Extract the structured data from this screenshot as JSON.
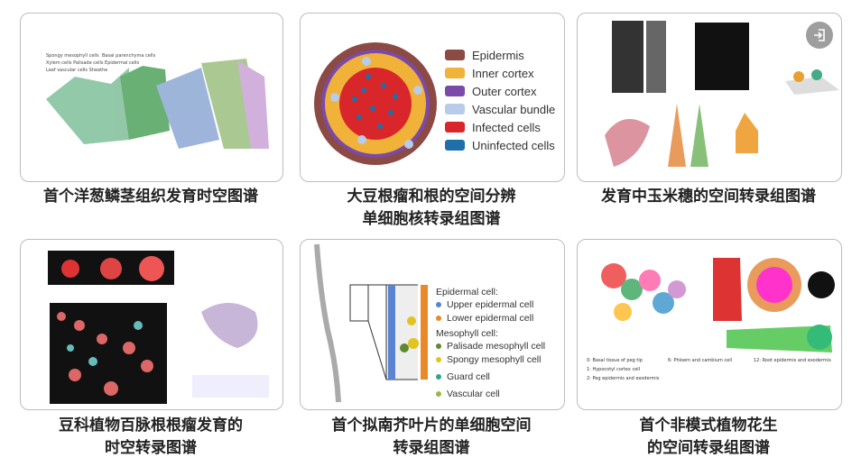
{
  "panels": [
    {
      "caption_lines": [
        "首个洋葱鳞茎组织发育时空图谱"
      ]
    },
    {
      "caption_lines": [
        "大豆根瘤和根的空间分辨",
        "单细胞核转录组图谱"
      ],
      "legend": [
        {
          "label": "Epidermis",
          "color": "#8b4a43"
        },
        {
          "label": "Inner cortex",
          "color": "#f1b23a"
        },
        {
          "label": "Outer cortex",
          "color": "#7b4aa8"
        },
        {
          "label": "Vascular bundle",
          "color": "#b8cbe8"
        },
        {
          "label": "Infected cells",
          "color": "#d8262b"
        },
        {
          "label": "Uninfected cells",
          "color": "#1f6fa8"
        }
      ]
    },
    {
      "caption_lines": [
        "发育中玉米穗的空间转录组图谱"
      ]
    },
    {
      "caption_lines": [
        "豆科植物百脉根根瘤发育的",
        "时空转录图谱"
      ]
    },
    {
      "caption_lines": [
        "首个拟南芥叶片的单细胞空间",
        "转录组图谱"
      ],
      "legend_groups": [
        {
          "title": "Epidermal cell:",
          "items": [
            {
              "label": "Upper epidermal cell",
              "color": "#5a84d0"
            },
            {
              "label": "Lower epidermal cell",
              "color": "#e88a2a"
            }
          ]
        },
        {
          "title": "Mesophyll cell:",
          "items": [
            {
              "label": "Palisade mesophyll cell",
              "color": "#5d8a2c"
            },
            {
              "label": "Spongy mesophyll cell",
              "color": "#e3c31f"
            }
          ]
        },
        {
          "title": "",
          "items": [
            {
              "label": "Guard cell",
              "color": "#2fa58a"
            }
          ]
        },
        {
          "title": "",
          "items": [
            {
              "label": "Vascular cell",
              "color": "#9ab84a"
            }
          ]
        }
      ]
    },
    {
      "caption_lines": [
        "首个非模式植物花生",
        "的空间转录组图谱"
      ]
    }
  ],
  "exit_icon": "exit-icon"
}
